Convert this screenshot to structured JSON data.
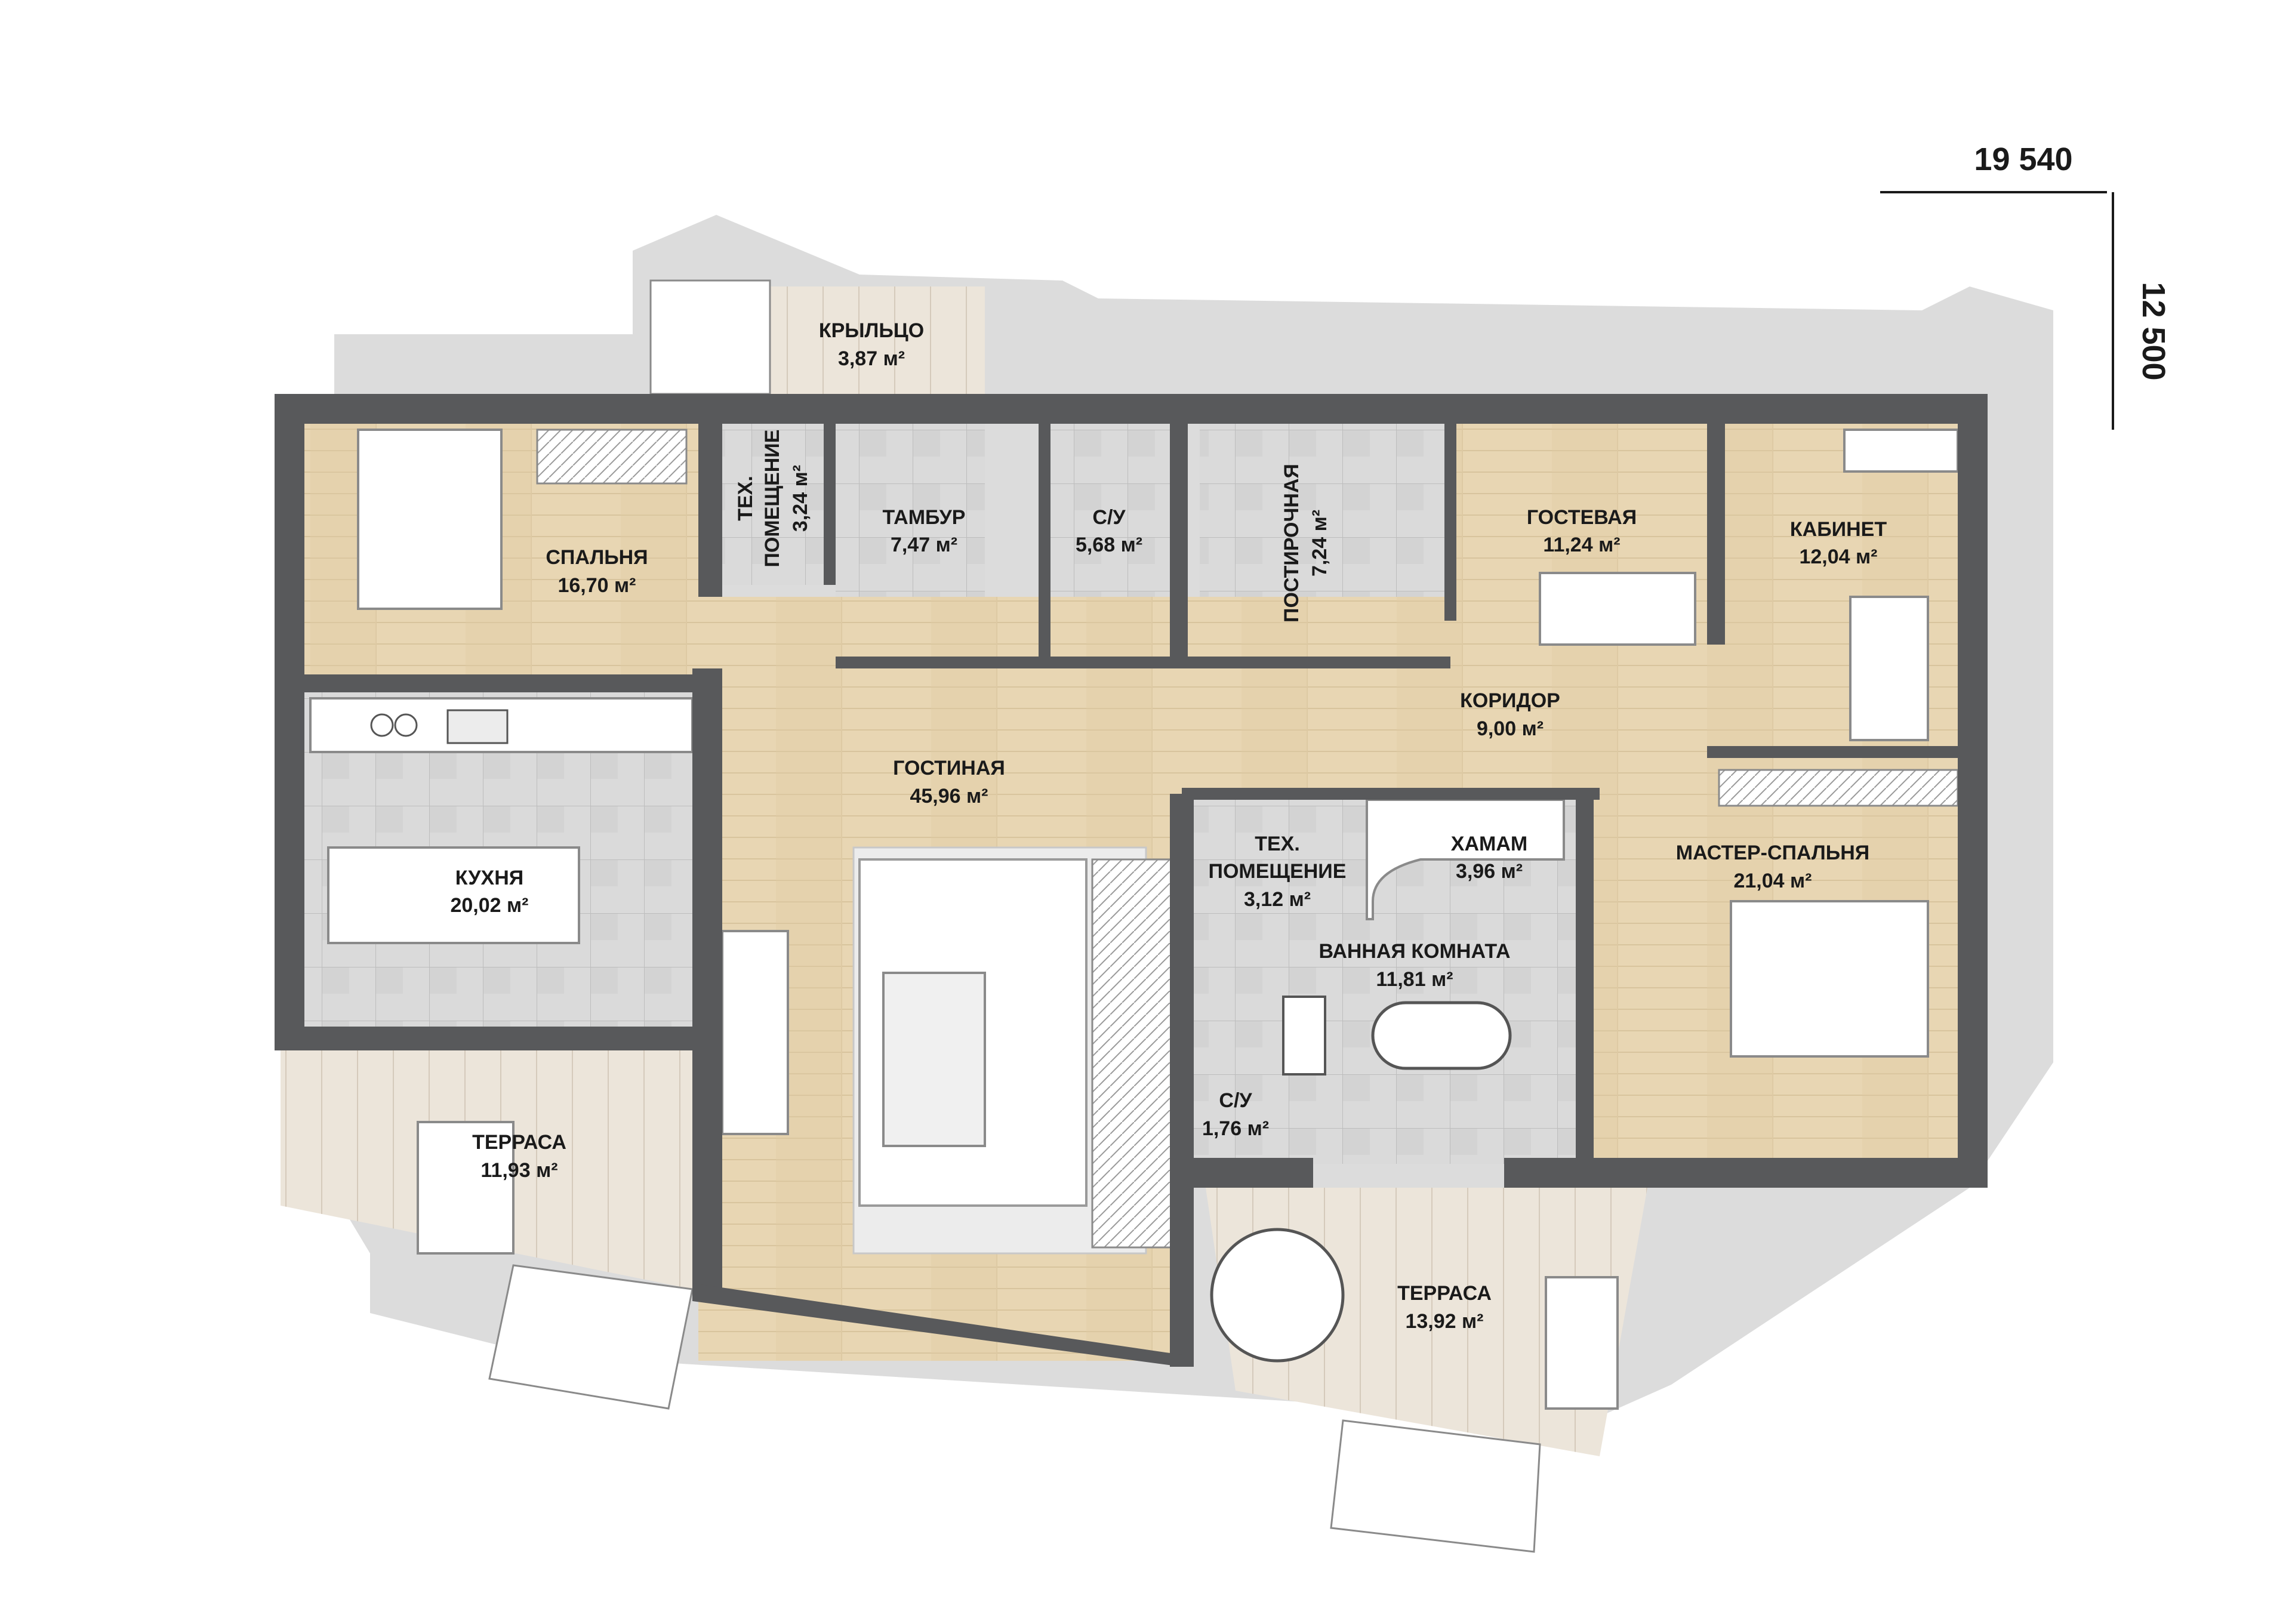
{
  "dimensions": {
    "width": "19 540",
    "depth": "12 500"
  },
  "rooms": {
    "porch": {
      "name": "КРЫЛЬЦО",
      "area": "3,87 м²"
    },
    "tech_room_1": {
      "name_line1": "ТЕХ.",
      "name_line2": "ПОМЕЩЕНИЕ",
      "area": "3,24 м²"
    },
    "vestibule": {
      "name": "ТАМБУР",
      "area": "7,47 м²"
    },
    "wc_1": {
      "name": "С/У",
      "area": "5,68 м²"
    },
    "laundry": {
      "name": "ПОСТИРОЧНАЯ",
      "area": "7,24 м²"
    },
    "guest": {
      "name": "ГОСТЕВАЯ",
      "area": "11,24 м²"
    },
    "office": {
      "name": "КАБИНЕТ",
      "area": "12,04 м²"
    },
    "bedroom": {
      "name": "СПАЛЬНЯ",
      "area": "16,70 м²"
    },
    "corridor": {
      "name": "КОРИДОР",
      "area": "9,00 м²"
    },
    "living": {
      "name": "ГОСТИНАЯ",
      "area": "45,96 м²"
    },
    "kitchen": {
      "name": "КУХНЯ",
      "area": "20,02 м²"
    },
    "tech_room_2": {
      "name_line1": "ТЕХ.",
      "name_line2": "ПОМЕЩЕНИЕ",
      "area": "3,12 м²"
    },
    "hammam": {
      "name": "ХАМАМ",
      "area": "3,96 м²"
    },
    "master_bedroom": {
      "name": "МАСТЕР-СПАЛЬНЯ",
      "area": "21,04 м²"
    },
    "bathroom": {
      "name": "ВАННАЯ КОМНАТА",
      "area": "11,81 м²"
    },
    "wc_2": {
      "name": "С/У",
      "area": "1,76 м²"
    },
    "terrace_left": {
      "name": "ТЕРРАСА",
      "area": "11,93 м²"
    },
    "terrace_right": {
      "name": "ТЕРРАСА",
      "area": "13,92 м²"
    }
  },
  "colors": {
    "wall": "#58595b",
    "wood_floor": "#e7d5b2",
    "tile_floor": "#d7d7d7",
    "terrace_floor": "#ece4d8",
    "shadow": "#dcdcdc",
    "furniture": "#ffffff"
  }
}
